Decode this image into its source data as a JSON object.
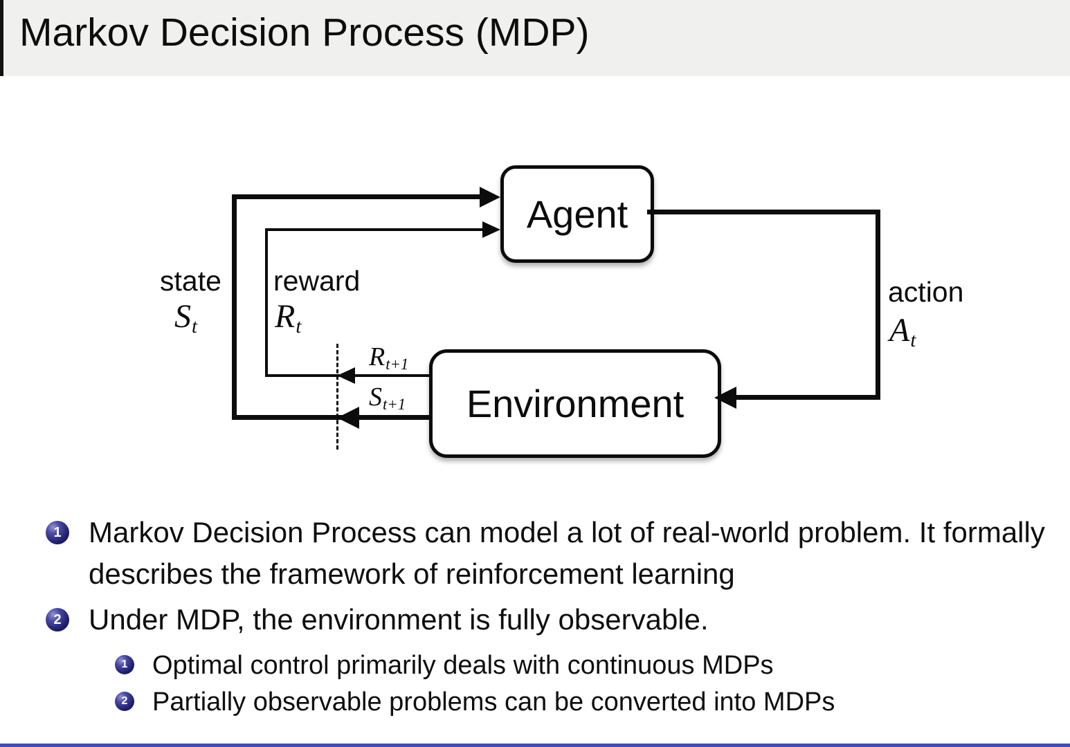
{
  "slide": {
    "title": "Markov Decision Process (MDP)",
    "footer_accent_color": "#3e4db8"
  },
  "diagram": {
    "agent": "Agent",
    "environment": "Environment",
    "state": {
      "label": "state",
      "symbol": "S",
      "subscript": "t"
    },
    "reward": {
      "label": "reward",
      "symbol": "R",
      "subscript": "t"
    },
    "action": {
      "label": "action",
      "symbol": "A",
      "subscript": "t"
    },
    "next_reward": {
      "symbol": "R",
      "subscript": "t+1"
    },
    "next_state": {
      "symbol": "S",
      "subscript": "t+1"
    }
  },
  "bullets": [
    {
      "number": "1",
      "text": "Markov Decision Process can model a lot of real-world problem. It formally describes the framework of reinforcement learning",
      "children": []
    },
    {
      "number": "2",
      "text": "Under MDP, the environment is fully observable.",
      "children": [
        {
          "number": "1",
          "text": "Optimal control primarily deals with continuous MDPs"
        },
        {
          "number": "2",
          "text": "Partially observable problems can be converted into MDPs"
        }
      ]
    }
  ]
}
